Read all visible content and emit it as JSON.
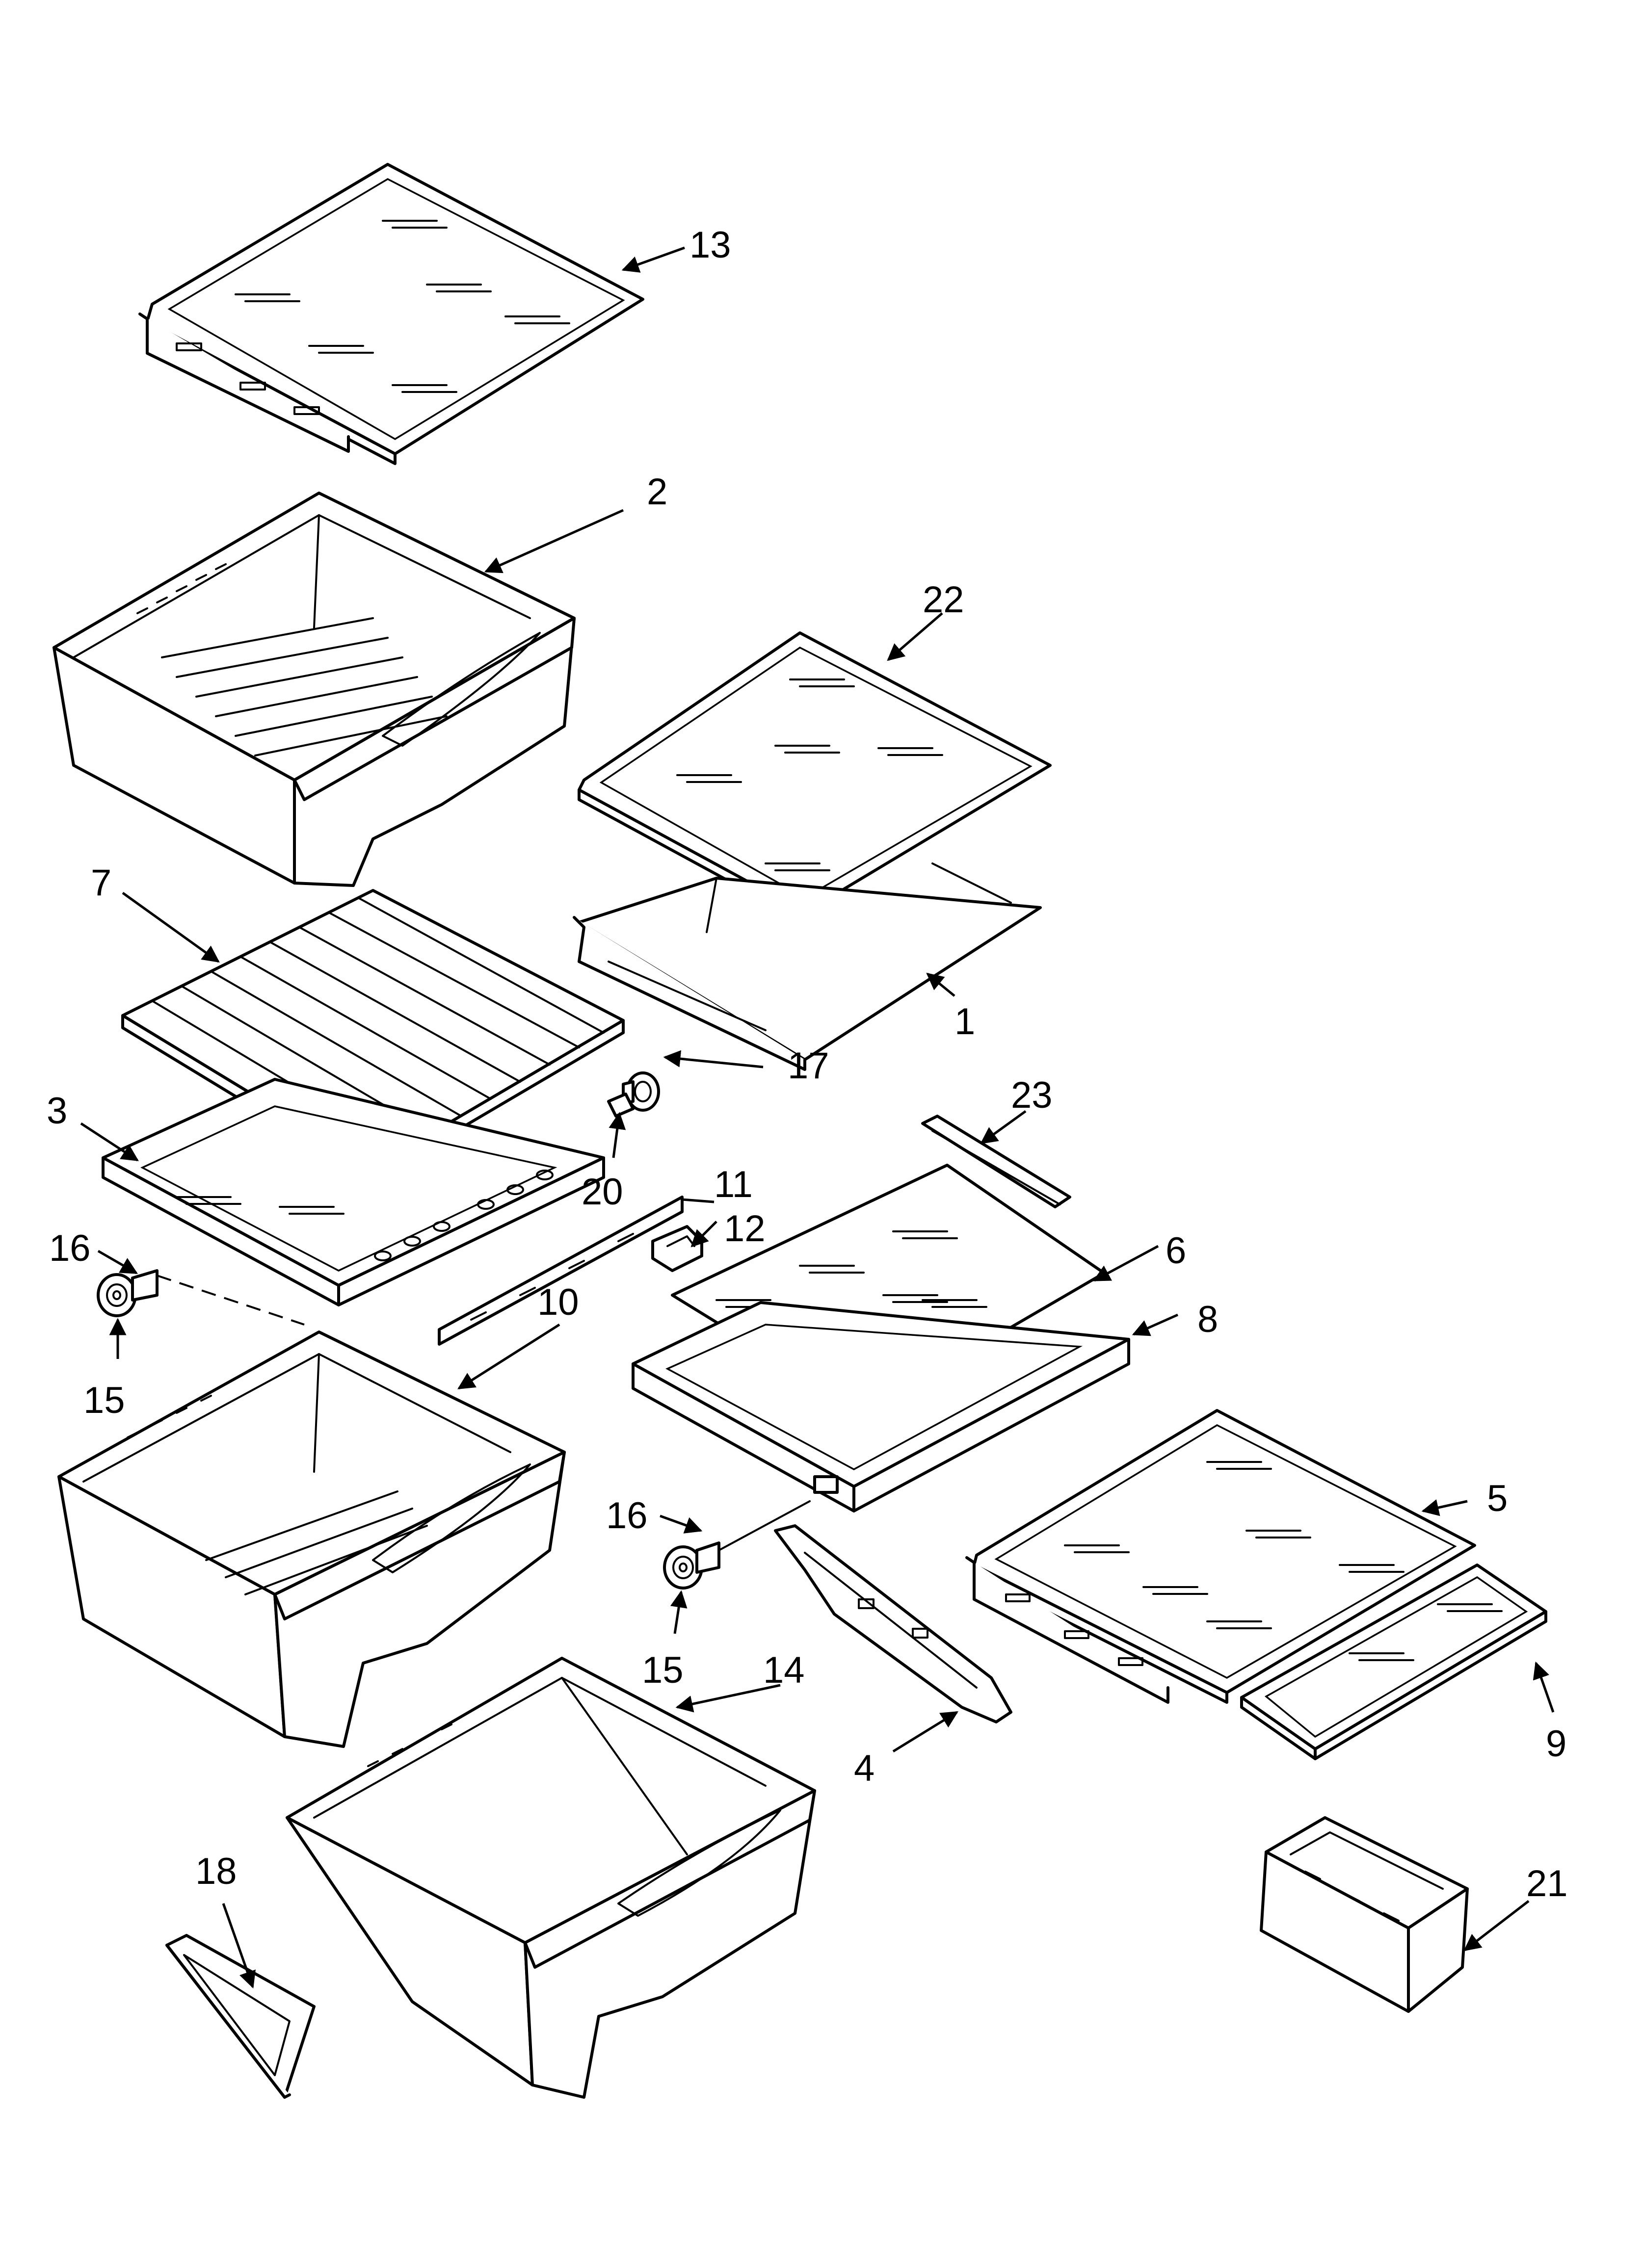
{
  "callouts": {
    "p1": "1",
    "p2": "2",
    "p3": "3",
    "p4": "4",
    "p5": "5",
    "p6": "6",
    "p7": "7",
    "p8": "8",
    "p9": "9",
    "p10": "10",
    "p11": "11",
    "p12": "12",
    "p13": "13",
    "p14": "14",
    "p15a": "15",
    "p15b": "15",
    "p16a": "16",
    "p16b": "16",
    "p17": "17",
    "p18": "18",
    "p20": "20",
    "p21": "21",
    "p22": "22",
    "p23": "23"
  },
  "colors": {
    "line": "#000000",
    "background": "#ffffff"
  }
}
